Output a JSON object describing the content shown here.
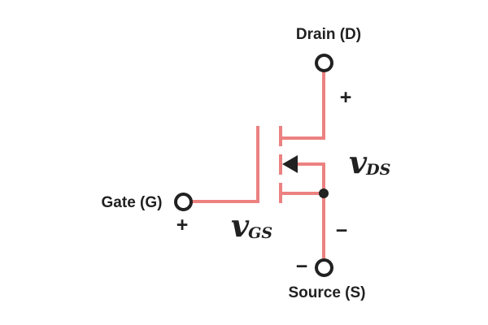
{
  "colors": {
    "wire": "#ec8181",
    "ink": "#212121",
    "background": "#ffffff"
  },
  "terminals": {
    "drain": "Drain (D)",
    "gate": "Gate (G)",
    "source": "Source (S)"
  },
  "voltages": {
    "vds": {
      "symbol": "v",
      "subscript": "DS",
      "plus": "+",
      "minus": "−"
    },
    "vgs": {
      "symbol": "v",
      "subscript": "GS",
      "plus": "+",
      "minus": "−"
    }
  }
}
